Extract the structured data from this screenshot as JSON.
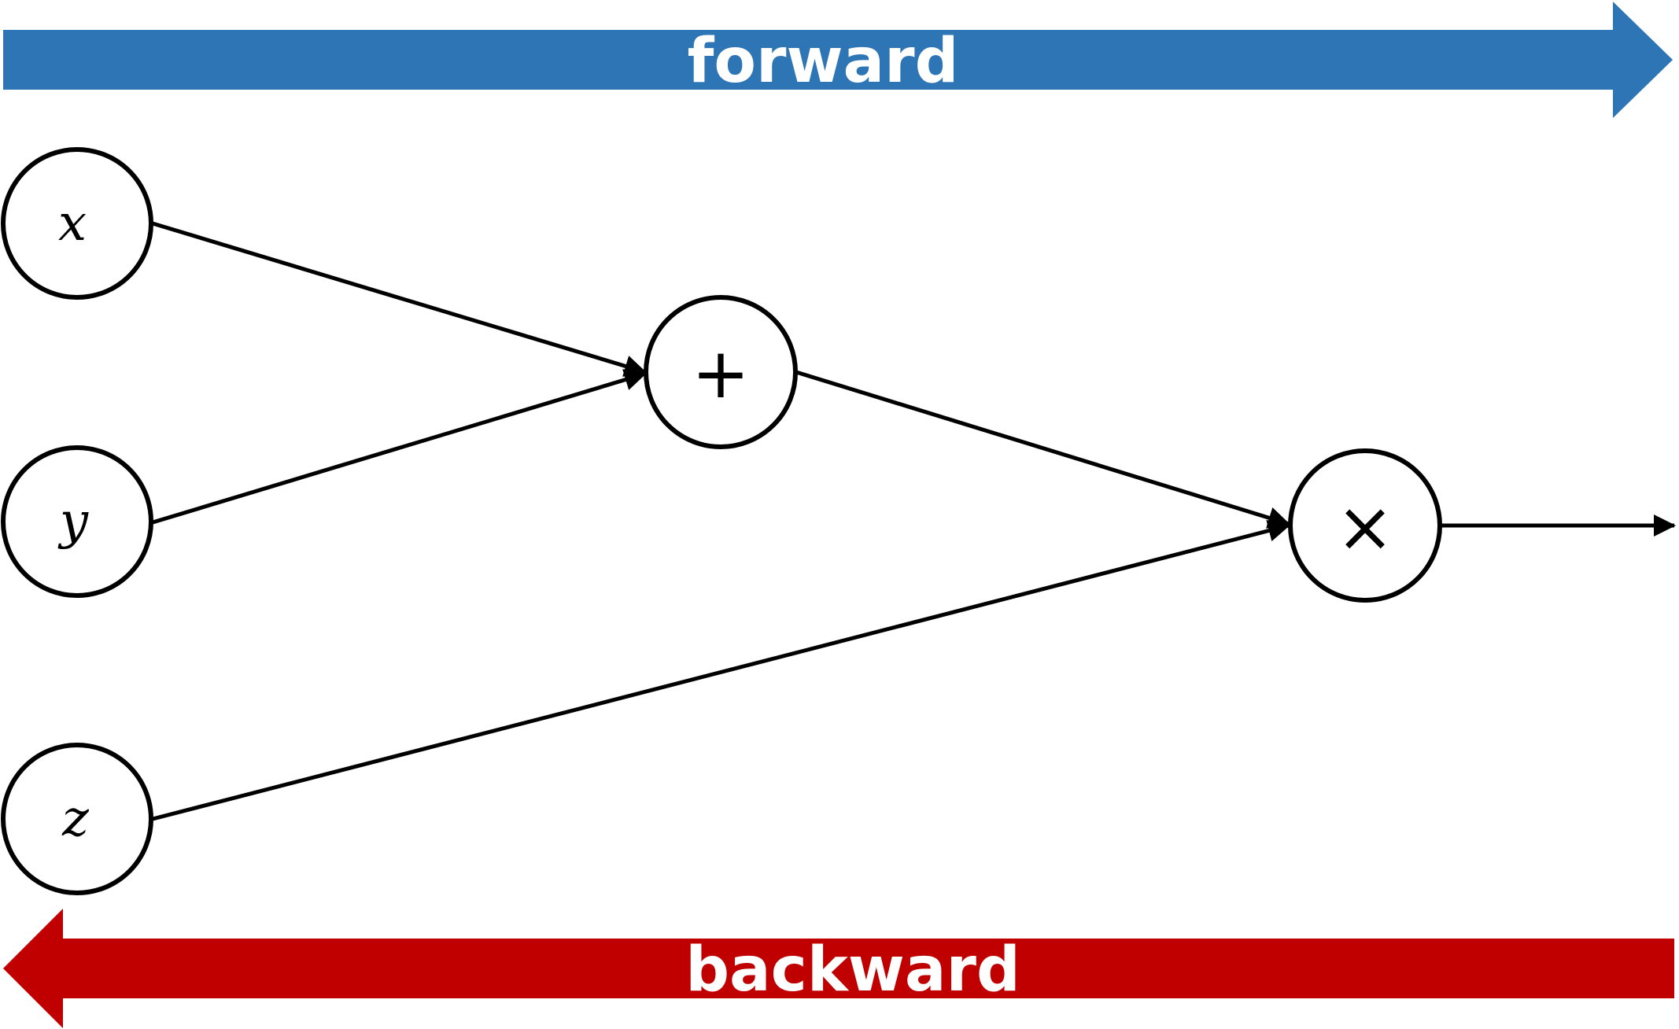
{
  "banners": {
    "forward": {
      "label": "forward",
      "color": "#2E75B6"
    },
    "backward": {
      "label": "backward",
      "color": "#C00000"
    }
  },
  "nodes": {
    "x": {
      "label": "x"
    },
    "y": {
      "label": "y"
    },
    "z": {
      "label": "z"
    },
    "add": {
      "label": "+"
    },
    "multiply": {
      "label": "×"
    }
  },
  "edges": [
    {
      "from": "x",
      "to": "add"
    },
    {
      "from": "y",
      "to": "add"
    },
    {
      "from": "add",
      "to": "multiply"
    },
    {
      "from": "z",
      "to": "multiply"
    },
    {
      "from": "multiply",
      "to": "output"
    }
  ]
}
